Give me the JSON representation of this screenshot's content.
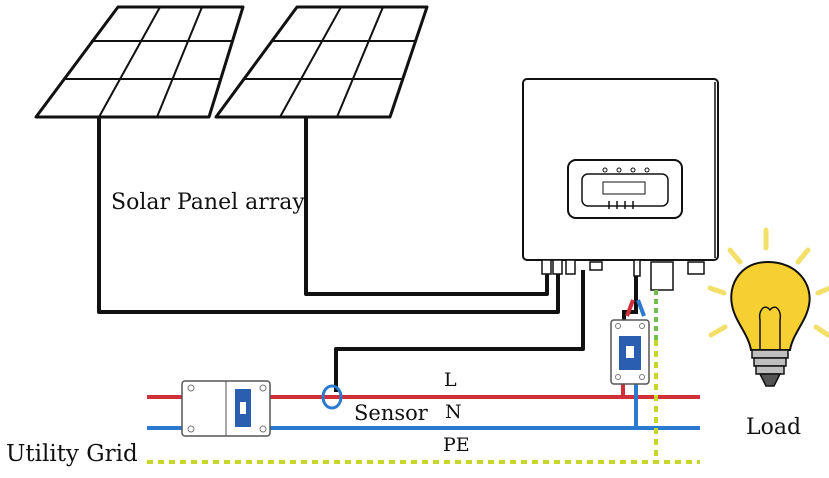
{
  "labels": {
    "solar_array": "Solar Panel array",
    "line": "L",
    "sensor": "Sensor",
    "neutral": "N",
    "earth": "PE",
    "utility_grid": "Utility Grid",
    "load": "Load"
  },
  "icons": [
    "solar-panel-icon",
    "inverter-icon",
    "breaker-icon",
    "light-bulb-icon",
    "current-sensor-icon"
  ],
  "colors": {
    "line_L": "#d0303a",
    "line_N": "#2a7bd0",
    "line_PE": "#c6d62a",
    "line_PE_alt": "#6fc04a",
    "dc_cable": "#111111",
    "bulb": "#f5d030",
    "bulb_rays": "#f3e06a"
  }
}
